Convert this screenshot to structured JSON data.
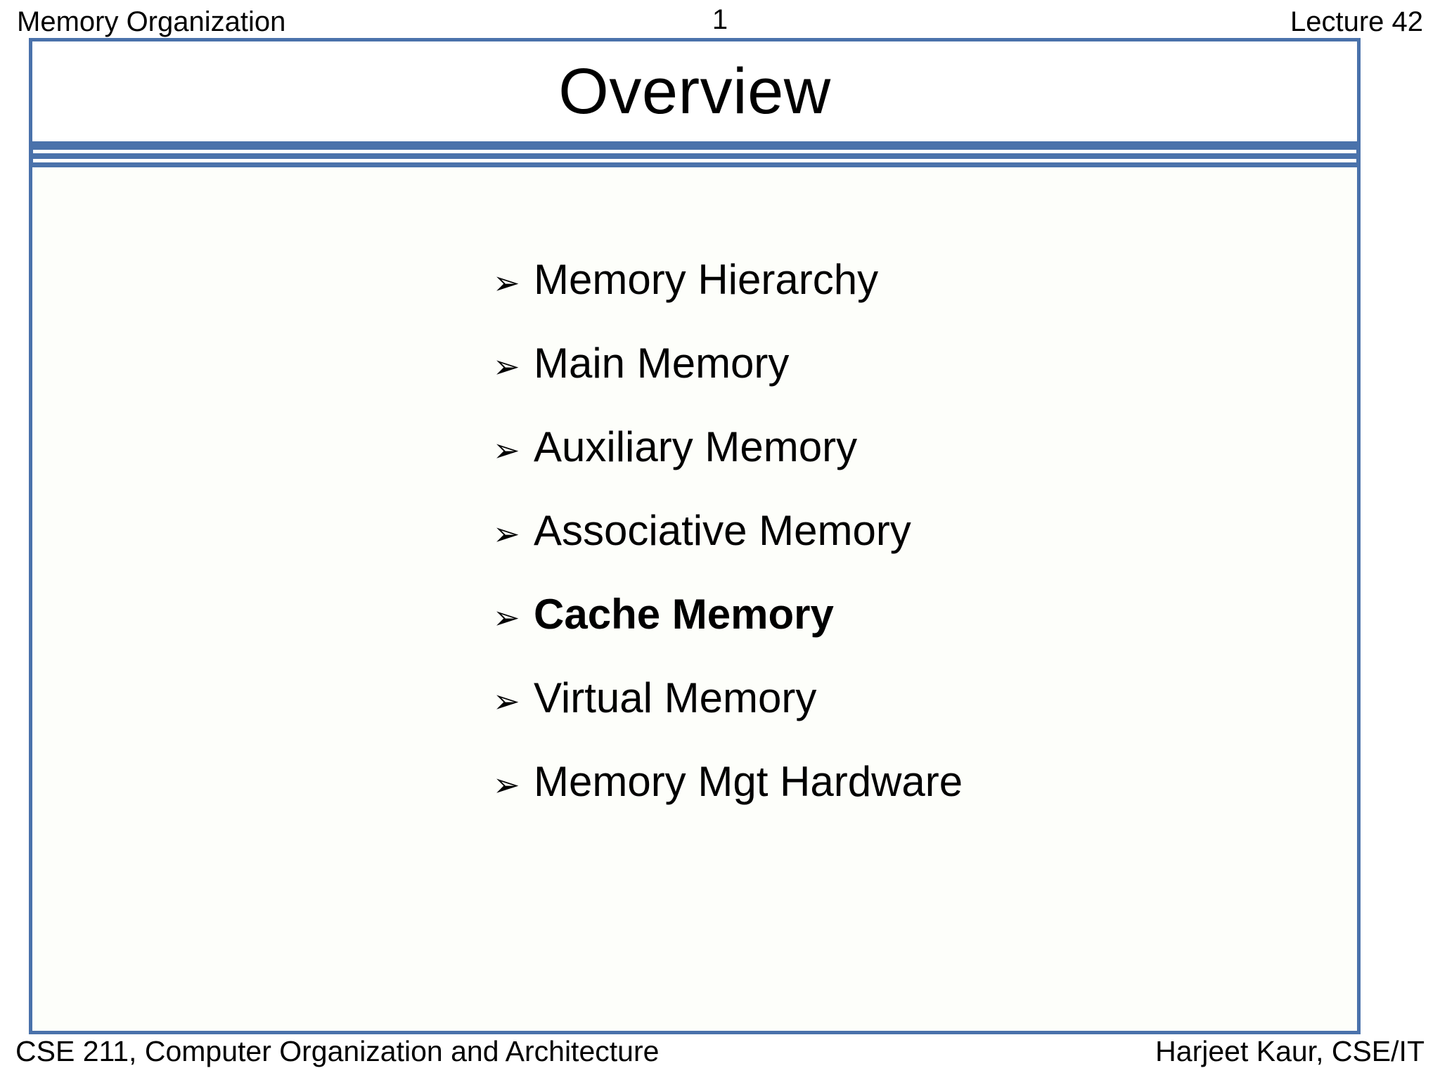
{
  "slide": {
    "header": {
      "left_text": "Memory Organization",
      "page_number": "1",
      "right_text": "Lecture 42"
    },
    "title": "Overview",
    "bullets": [
      {
        "glyph": "➢",
        "label": "Memory Hierarchy",
        "bold": false
      },
      {
        "glyph": "➢",
        "label": "Main Memory",
        "bold": false
      },
      {
        "glyph": "➢",
        "label": "Auxiliary Memory",
        "bold": false
      },
      {
        "glyph": "➢",
        "label": "Associative Memory",
        "bold": false
      },
      {
        "glyph": "➢",
        "label": "Cache Memory",
        "bold": true
      },
      {
        "glyph": "➢",
        "label": "Virtual Memory",
        "bold": false
      },
      {
        "glyph": "➢",
        "label": "Memory Mgt Hardware",
        "bold": false
      }
    ],
    "footer": {
      "left_text": "CSE 211, Computer Organization and Architecture",
      "right_text": "Harjeet Kaur, CSE/IT"
    },
    "colors": {
      "border": "#4a72ab",
      "content_background": "#fdfefa",
      "title_background": "#ffffff",
      "text": "#000000"
    }
  }
}
